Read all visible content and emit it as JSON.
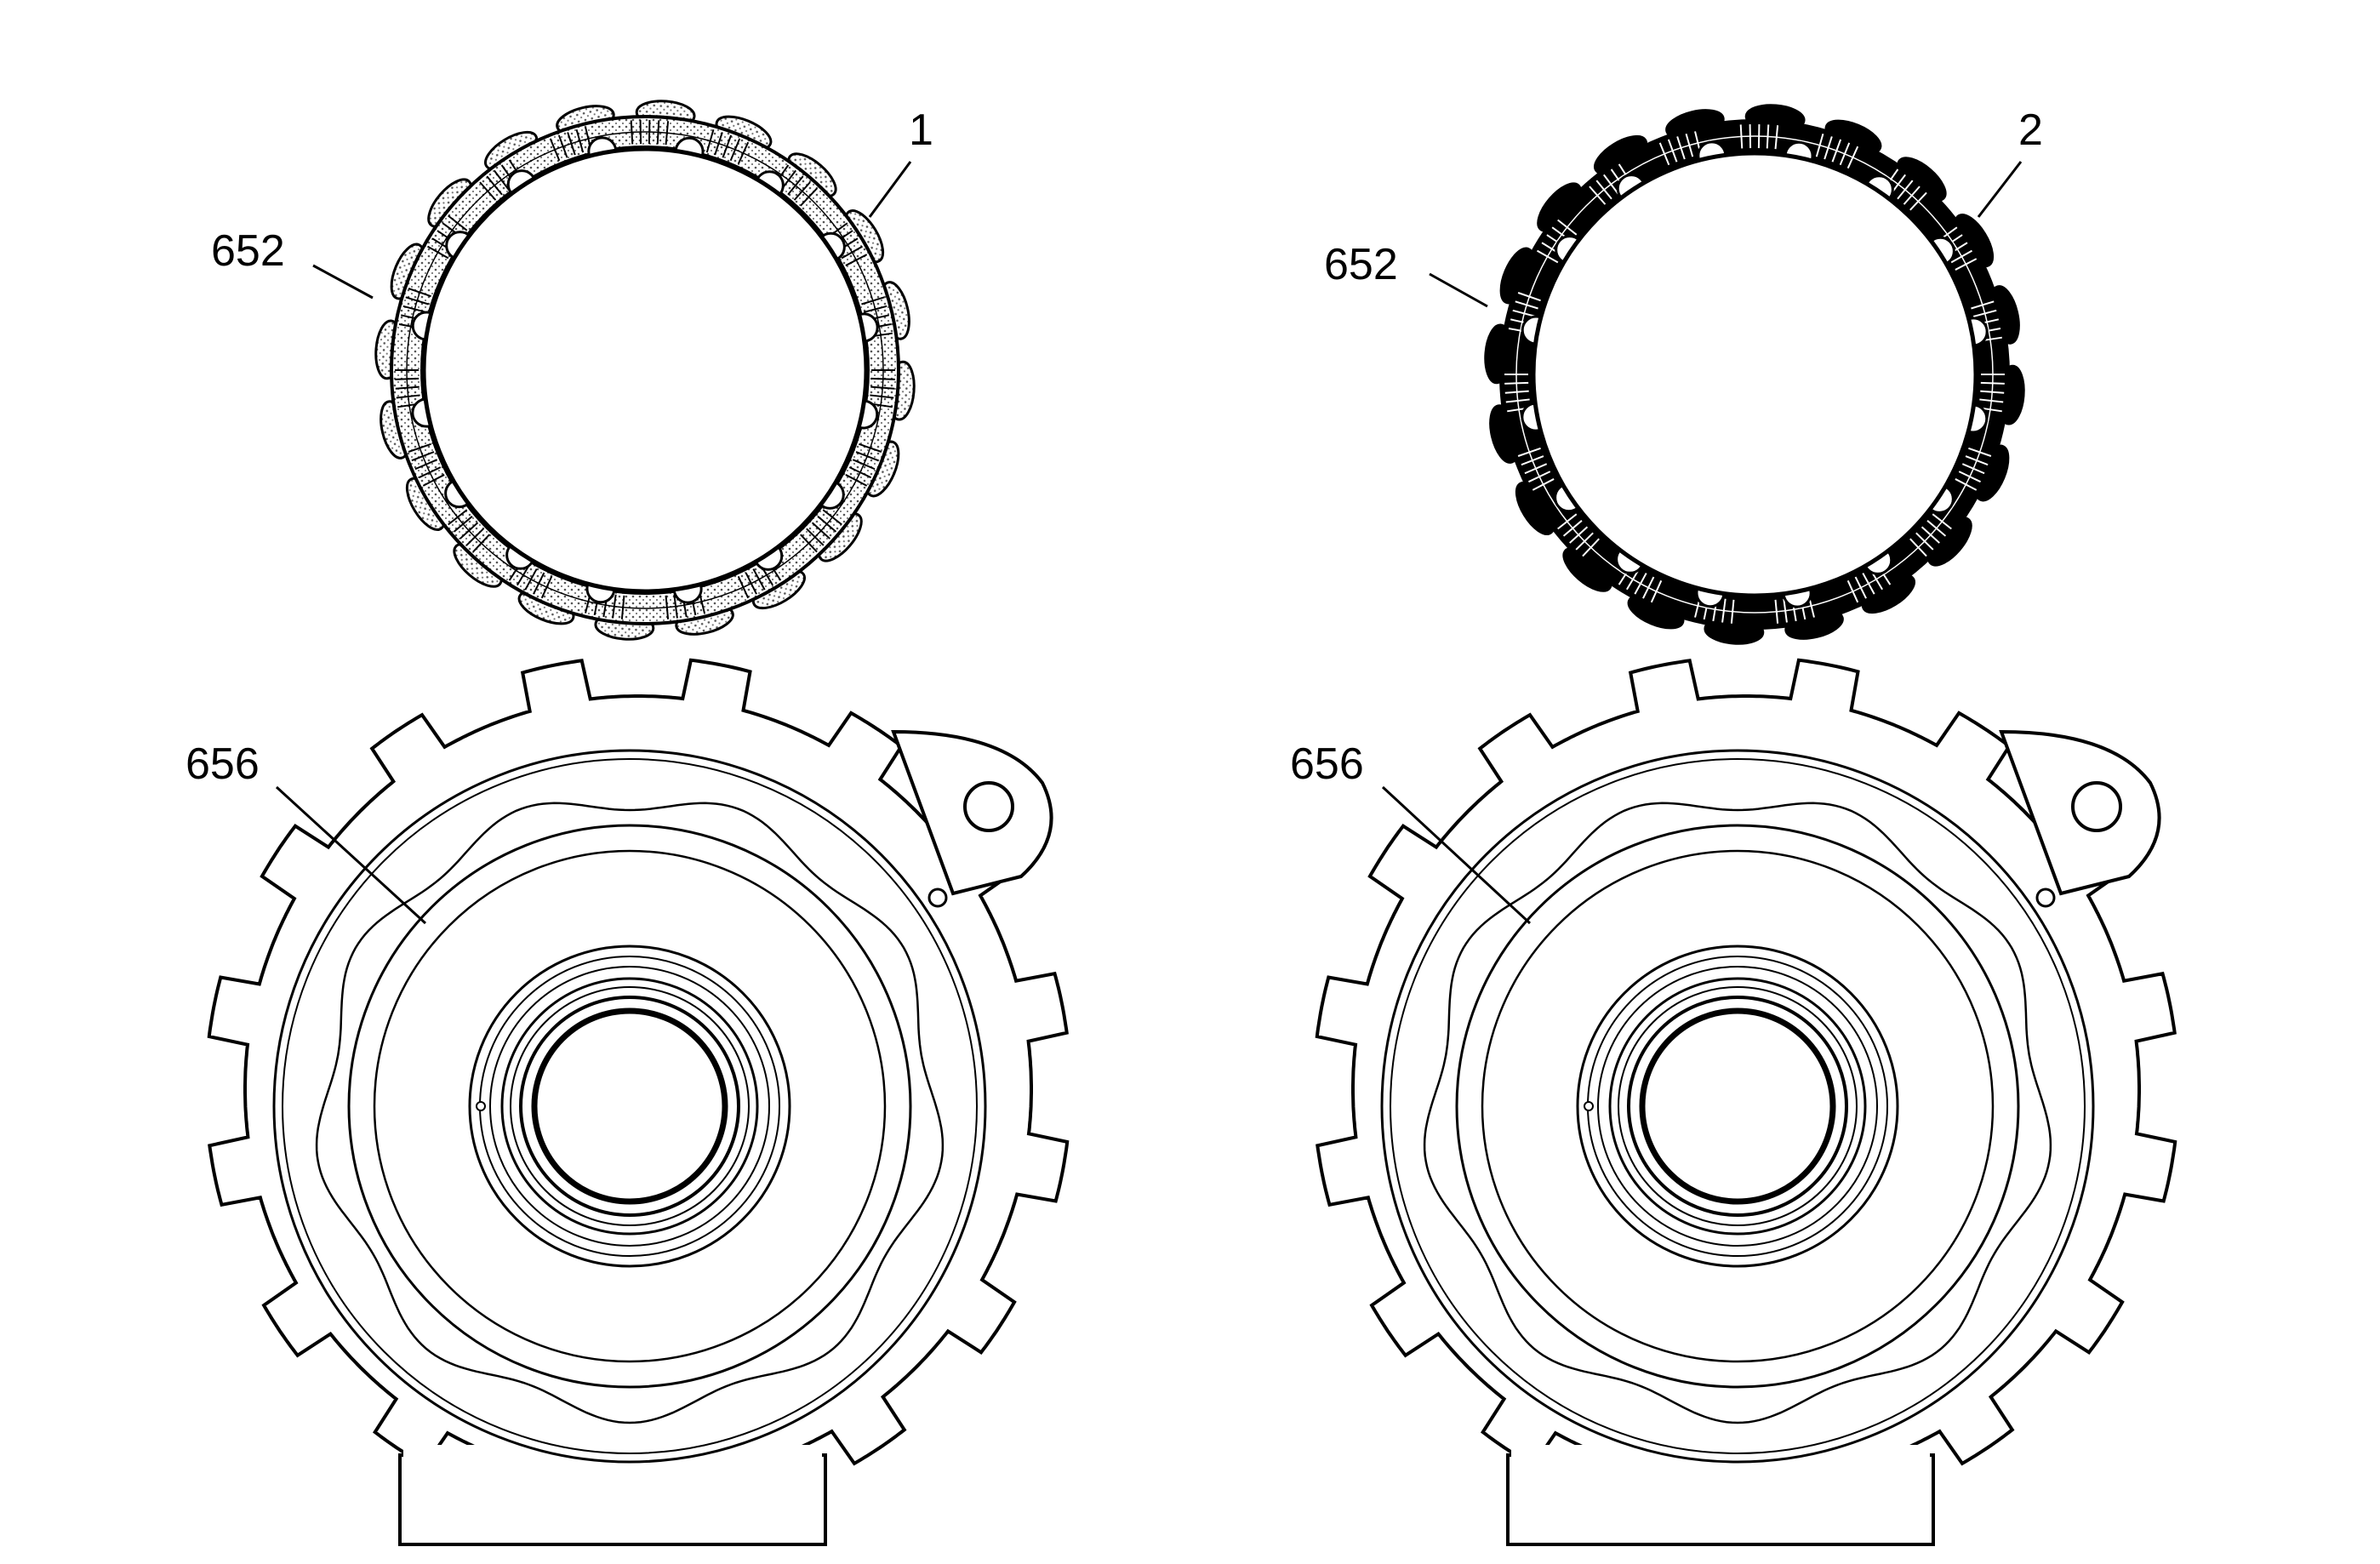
{
  "diagram": {
    "callouts": {
      "left_ring": "1",
      "right_ring": "2",
      "left_ring_part": "652",
      "right_ring_part": "652",
      "left_housing_part": "656",
      "right_housing_part": "656"
    }
  },
  "style": {
    "background": "#ffffff",
    "line": "#000000",
    "left_ring_fill": "#d9d9d9",
    "right_ring_fill": "#000000"
  }
}
